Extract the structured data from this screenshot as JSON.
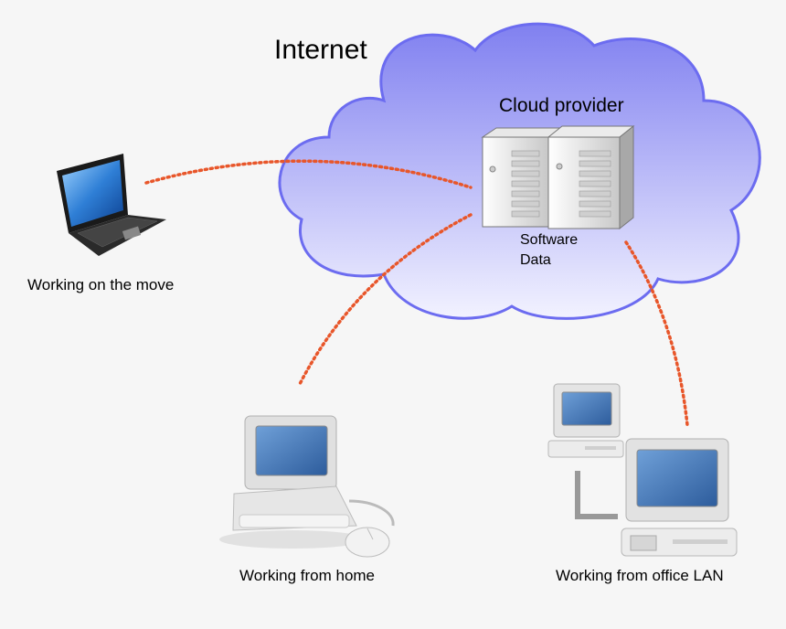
{
  "diagram": {
    "internet_label": "Internet",
    "cloud_label": "Cloud provider",
    "server_lines": [
      "Software",
      "Data"
    ],
    "nodes": {
      "move": "Working on the move",
      "home": "Working from home",
      "office": "Working from office LAN"
    }
  },
  "colors": {
    "cloud_top": "#8080f0",
    "cloud_bottom": "#f2f2ff",
    "connection_dots": "#e8562a",
    "screen_blue": "#3b6fb0"
  },
  "icons": [
    "cloud-icon",
    "server-icon",
    "laptop-icon",
    "desktop-computer-icon",
    "mouse-icon",
    "office-computer-icon"
  ]
}
